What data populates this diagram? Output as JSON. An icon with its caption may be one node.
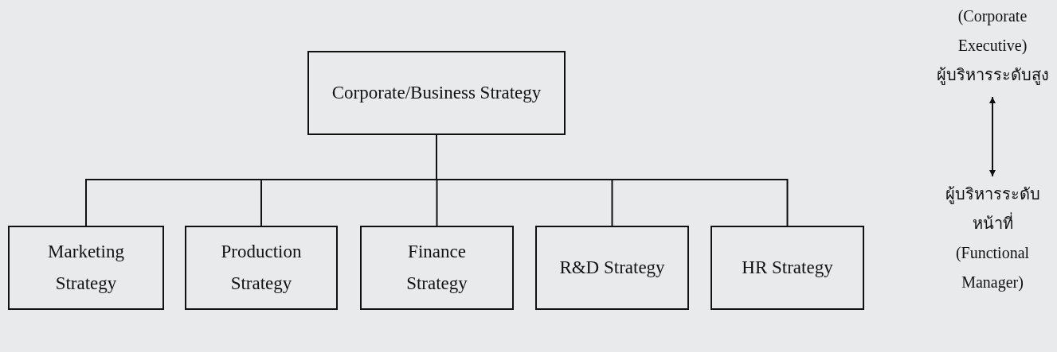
{
  "diagram": {
    "nodes": [
      {
        "text": [
          "Corporate/Business Strategy"
        ]
      },
      {
        "text": [
          "Marketing Strategy"
        ]
      },
      {
        "text": [
          "Production Strategy"
        ]
      },
      {
        "text": [
          "Finance Strategy"
        ]
      },
      {
        "text": [
          "R&D Strategy"
        ]
      },
      {
        "text": [
          "HR Strategy"
        ]
      },
      {
        "text": [
          "(Corporate Executive)",
          "ผู้บริหารระดับสูง"
        ]
      },
      {
        "text": [
          "ผู้บริหารระดับหน้าที่",
          "(Functional Manager)"
        ]
      }
    ],
    "edges": [
      {
        "from": 0,
        "to": 1,
        "arrow": "none"
      },
      {
        "from": 0,
        "to": 2,
        "arrow": "none"
      },
      {
        "from": 0,
        "to": 3,
        "arrow": "none"
      },
      {
        "from": 0,
        "to": 4,
        "arrow": "none"
      },
      {
        "from": 0,
        "to": 5,
        "arrow": "none"
      },
      {
        "from": 6,
        "to": 7,
        "arrow": "both"
      }
    ]
  }
}
